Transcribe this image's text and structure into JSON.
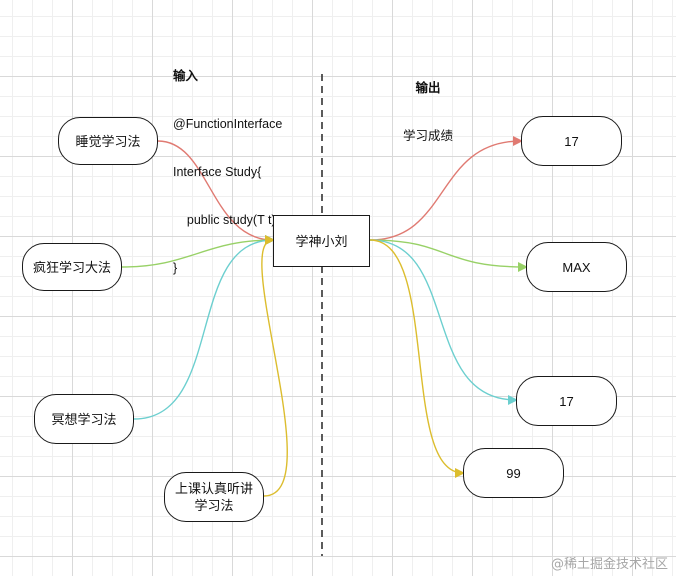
{
  "input_section": {
    "heading": "输入",
    "code_lines": [
      "@FunctionInterface",
      "Interface Study{",
      "    public study(T t);",
      "}"
    ]
  },
  "output_section": {
    "heading": "输出",
    "subtitle": "学习成绩"
  },
  "center_node": {
    "label": "学神小刘"
  },
  "methods": [
    {
      "label": "睡觉学习法",
      "color": "#e07a72"
    },
    {
      "label": "疯狂学习大法",
      "color": "#98d167"
    },
    {
      "label": "冥想学习法",
      "color": "#6ccfcf"
    },
    {
      "label": "上课认真听讲\n学习法",
      "label_lines": [
        "上课认真听讲",
        "学习法"
      ],
      "color": "#dcbd2e"
    }
  ],
  "results": [
    {
      "label": "17",
      "color": "#e07a72"
    },
    {
      "label": "MAX",
      "color": "#98d167"
    },
    {
      "label": "17",
      "color": "#6ccfcf"
    },
    {
      "label": "99",
      "color": "#dcbd2e"
    }
  ],
  "watermark": "@稀土掘金技术社区"
}
